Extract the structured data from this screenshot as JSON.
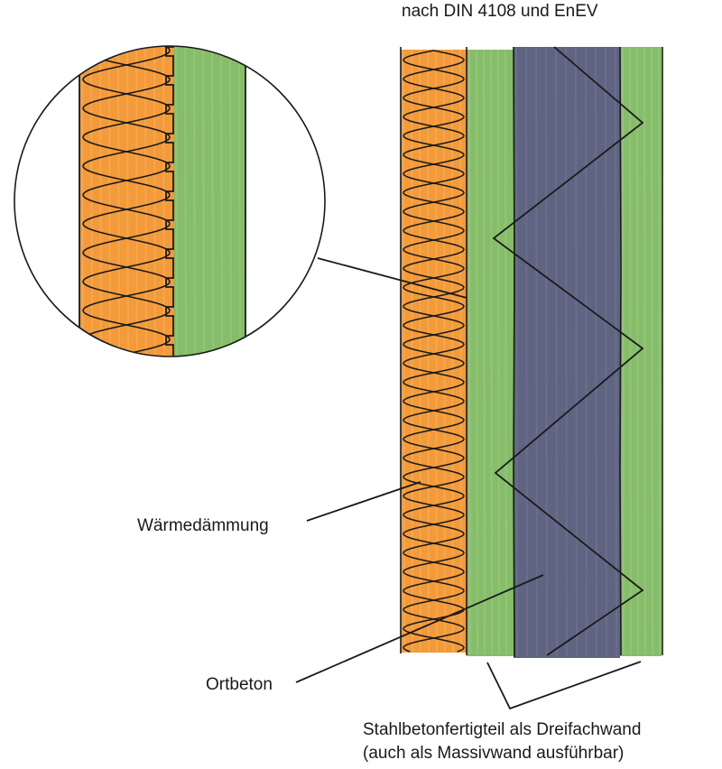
{
  "title_note": "nach DIN 4108 und EnEV",
  "labels": {
    "insulation": "Wärmedämmung",
    "cast_concrete": "Ortbeton",
    "precast_line1": "Stahlbetonfertigteil als Dreifachwand",
    "precast_line2": "(auch als Massivwand ausführbar)"
  },
  "colors": {
    "insulation": "#f39a3a",
    "insulation_light": "#f7b25c",
    "concrete_green": "#86bd6b",
    "concrete_green_light": "#9ccc80",
    "core_purple": "#5f6482",
    "core_purple_light": "#727794",
    "ink": "#1a1a1a",
    "background": "#ffffff"
  }
}
